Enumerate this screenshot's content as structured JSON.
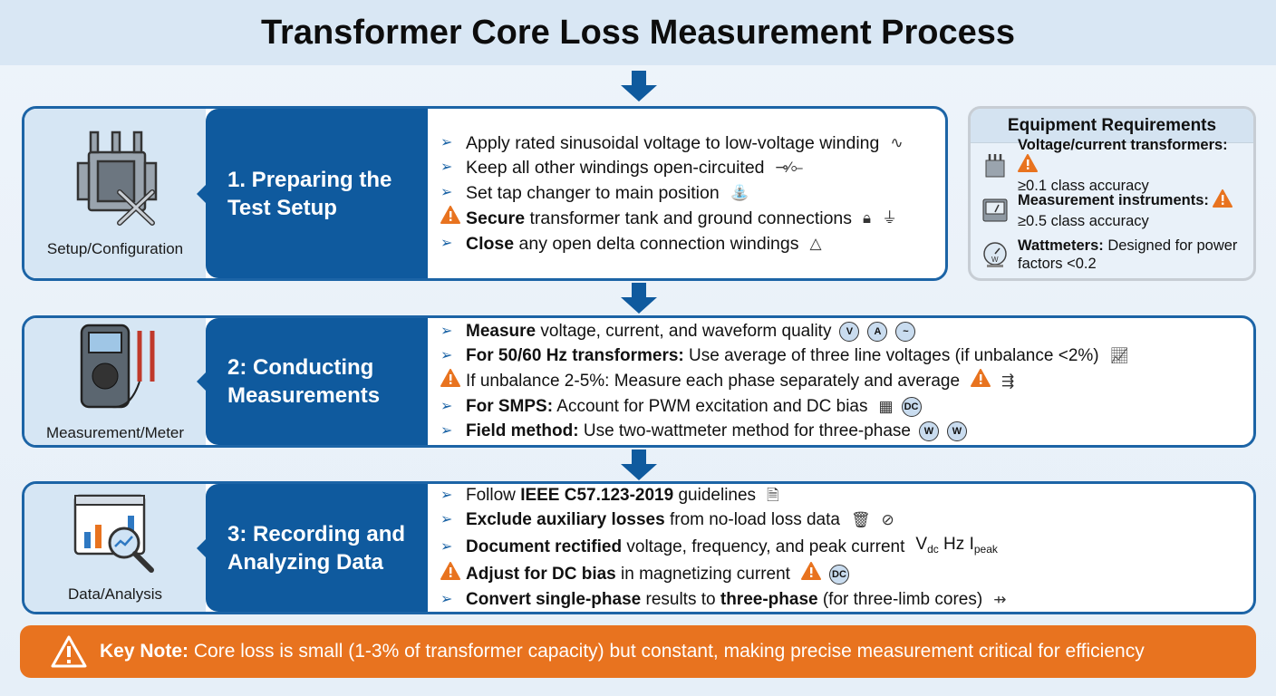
{
  "title": "Transformer Core Loss Measurement Process",
  "colors": {
    "primary": "#0f5a9e",
    "border": "#1c64a6",
    "warning": "#e8731f",
    "side": "#d6e6f4"
  },
  "steps": [
    {
      "side_label": "Setup/Configuration",
      "side_icon": "transformer-wrench-icon",
      "title": "1. Preparing the Test Setup",
      "items": [
        {
          "marker": "arrow",
          "parts": [
            {
              "t": "Apply rated sinusoidal voltage to low-voltage winding",
              "b": false
            }
          ],
          "icons": [
            "sine-wave-icon"
          ]
        },
        {
          "marker": "arrow",
          "parts": [
            {
              "t": "Keep all other windings open-circuited",
              "b": false
            }
          ],
          "icons": [
            "open-switch-icon"
          ]
        },
        {
          "marker": "arrow",
          "parts": [
            {
              "t": "Set tap changer to main position",
              "b": false
            }
          ],
          "icons": [
            "tap-icon"
          ]
        },
        {
          "marker": "warning",
          "parts": [
            {
              "t": "Secure",
              "b": true
            },
            {
              "t": " transformer tank and ground connections",
              "b": false
            }
          ],
          "icons": [
            "lock-icon",
            "ground-icon"
          ]
        },
        {
          "marker": "arrow",
          "parts": [
            {
              "t": "Close",
              "b": true
            },
            {
              "t": " any open delta connection windings",
              "b": false
            }
          ],
          "icons": [
            "delta-icon"
          ]
        }
      ]
    },
    {
      "side_label": "Measurement/Meter",
      "side_icon": "multimeter-icon",
      "title": "2: Conducting Measurements",
      "items": [
        {
          "marker": "arrow",
          "parts": [
            {
              "t": "Measure",
              "b": true
            },
            {
              "t": " voltage, current, and waveform quality",
              "b": false
            }
          ],
          "icons": [
            "V",
            "A",
            "~"
          ]
        },
        {
          "marker": "arrow",
          "parts": [
            {
              "t": "For 50/60 Hz transformers:",
              "b": true
            },
            {
              "t": " Use average of three line voltages (if unbalance <2%)",
              "b": false
            }
          ],
          "icons": [
            "line-chart-icon"
          ]
        },
        {
          "marker": "warning",
          "parts": [
            {
              "t": "If unbalance 2-5%: Measure each phase separately and average",
              "b": false
            }
          ],
          "icons": [
            "warning-icon",
            "phase-split-icon"
          ]
        },
        {
          "marker": "arrow",
          "parts": [
            {
              "t": "For SMPS:",
              "b": true
            },
            {
              "t": " Account for PWM excitation and DC bias",
              "b": false
            }
          ],
          "icons": [
            "chip-icon",
            "DC"
          ]
        },
        {
          "marker": "arrow",
          "parts": [
            {
              "t": "Field method:",
              "b": true
            },
            {
              "t": " Use two-wattmeter method for three-phase",
              "b": false
            }
          ],
          "icons": [
            "W",
            "W"
          ]
        }
      ]
    },
    {
      "side_label": "Data/Analysis",
      "side_icon": "data-analysis-icon",
      "title": "3: Recording and Analyzing Data",
      "items": [
        {
          "marker": "arrow",
          "parts": [
            {
              "t": "Follow ",
              "b": false
            },
            {
              "t": "IEEE C57.123-2019",
              "b": true
            },
            {
              "t": " guidelines",
              "b": false
            }
          ],
          "icons": [
            "document-icon"
          ]
        },
        {
          "marker": "arrow",
          "parts": [
            {
              "t": "Exclude auxiliary losses",
              "b": true
            },
            {
              "t": " from no-load loss data",
              "b": false
            }
          ],
          "icons": [
            "trash-icon",
            "no-symbol-icon"
          ]
        },
        {
          "marker": "arrow",
          "parts": [
            {
              "t": "Document rectified",
              "b": true
            },
            {
              "t": " voltage, frequency, and peak current",
              "b": false
            }
          ],
          "units": [
            "V",
            "dc",
            "Hz",
            "I",
            "peak"
          ]
        },
        {
          "marker": "warning",
          "parts": [
            {
              "t": "Adjust for DC bias",
              "b": true
            },
            {
              "t": " in magnetizing current",
              "b": false
            }
          ],
          "icons": [
            "warning-icon",
            "DC"
          ]
        },
        {
          "marker": "arrow",
          "parts": [
            {
              "t": "Convert single-phase",
              "b": true
            },
            {
              "t": " results to ",
              "b": false
            },
            {
              "t": "three-phase",
              "b": true
            },
            {
              "t": " (for three-limb cores)",
              "b": false
            }
          ],
          "icons": [
            "convert-icon"
          ]
        }
      ]
    }
  ],
  "equipment": {
    "title": "Equipment Requirements",
    "items": [
      {
        "icon": "transformer-icon",
        "label": "Voltage/current transformers:",
        "text": "≥0.1 class accuracy",
        "warning": true
      },
      {
        "icon": "meter-icon",
        "label": "Measurement instruments:",
        "text": "≥0.5 class accuracy",
        "warning": true
      },
      {
        "icon": "wattmeter-icon",
        "label": "Wattmeters:",
        "text": " Designed for power factors <0.2",
        "warning": false
      }
    ]
  },
  "key_note": {
    "label": "Key Note:",
    "text": " Core loss is small (1-3% of transformer capacity) but constant, making precise measurement critical for efficiency"
  }
}
